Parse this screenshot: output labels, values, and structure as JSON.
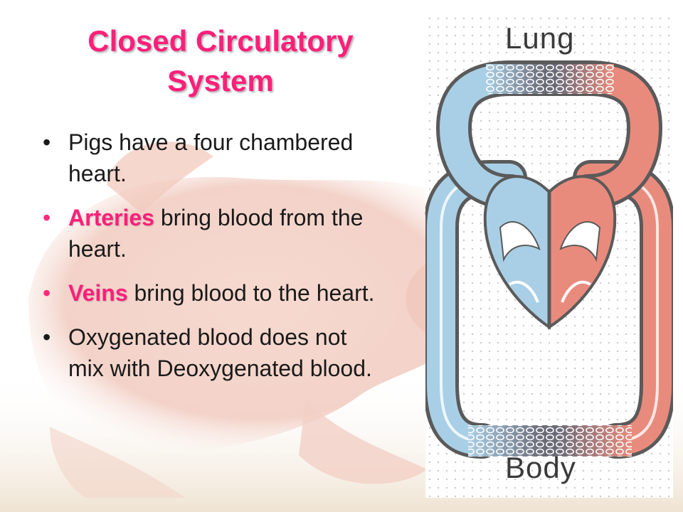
{
  "title": {
    "line1": "Closed Circulatory",
    "line2": "System"
  },
  "bullets": [
    {
      "keyword": "",
      "text": "Pigs have a four chambered heart."
    },
    {
      "keyword": "Arteries",
      "text": " bring blood from the heart."
    },
    {
      "keyword": "Veins",
      "text": " bring blood to the heart."
    },
    {
      "keyword": "",
      "text": "Oxygenated blood does not mix with Deoxygenated blood."
    }
  ],
  "diagram": {
    "top_label": "Lung",
    "bottom_label": "Body",
    "colors": {
      "deoxygenated": "#a9cfe6",
      "oxygenated": "#e88b7d",
      "title_pink": "#ff1f7a"
    }
  }
}
